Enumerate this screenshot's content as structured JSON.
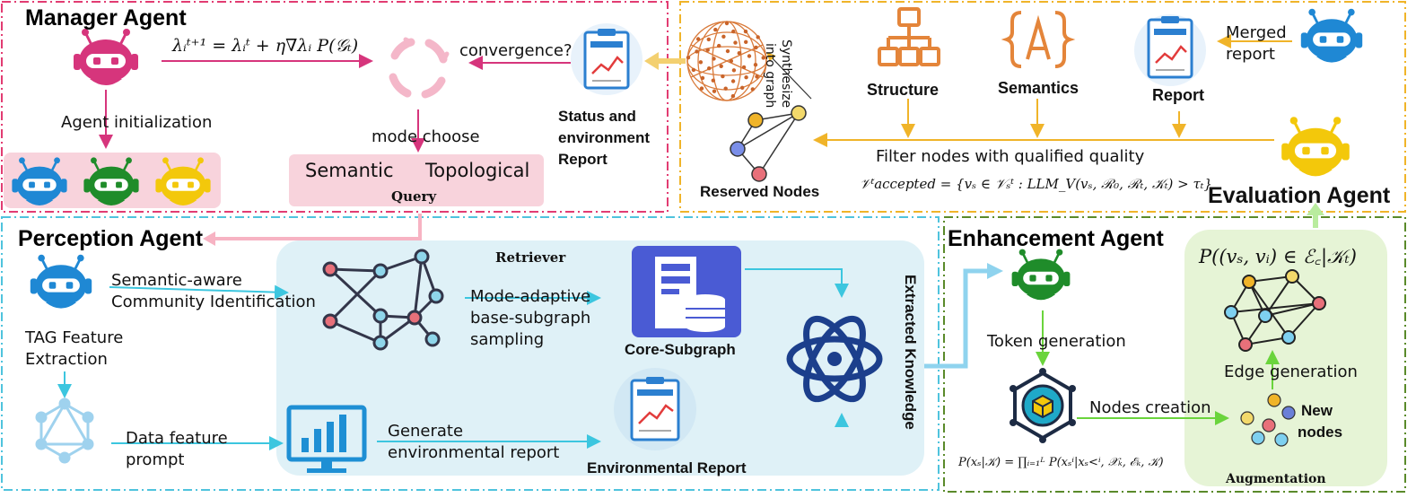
{
  "manager": {
    "title": "Manager Agent",
    "formula": "λᵢᵗ⁺¹ = λᵢᵗ + η∇λᵢ P(𝒢ₜ)",
    "convergence": "convergence?",
    "agent_init": "Agent initialization",
    "mode_choose": "mode choose",
    "query_semantic": "Semantic",
    "query_topological": "Topological",
    "query_label": "Query",
    "status_report_line1": "Status  and",
    "status_report_line2": "environment",
    "status_report_line3": "Report"
  },
  "evaluation": {
    "title": "Evaluation Agent",
    "synth_line1": "Synthesize",
    "synth_line2": "into graph",
    "structure": "Structure",
    "semantics": "Semantics",
    "report": "Report",
    "merged_line1": "Merged",
    "merged_line2": "report",
    "filter": "Filter nodes with qualified quality",
    "reserved": "Reserved Nodes",
    "formula": "𝒱ᵗaccepted = {vₛ ∈ 𝒱ₛᵗ : LLM_V(vₛ, ℛ₀, ℛₜ, 𝒦ₜ) > τₜ}"
  },
  "perception": {
    "title": "Perception Agent",
    "sem_line1": "Semantic-aware",
    "sem_line2": "Community Identification",
    "tag_line1": "TAG Feature",
    "tag_line2": "Extraction",
    "data_line1": "Data feature",
    "data_line2": "prompt",
    "retriever": "Retriever",
    "mode_line1": "Mode-adaptive",
    "mode_line2": "base-subgraph",
    "mode_line3": "sampling",
    "core": "Core-Subgraph",
    "gen_line1": "Generate",
    "gen_line2": "environmental report",
    "env_report": "Environmental Report",
    "extracted": "Extracted Knowledge"
  },
  "enhancement": {
    "title": "Enhancement Agent",
    "token": "Token generation",
    "nodes_creation": "Nodes creation",
    "edge": "Edge generation",
    "new_line1": "New",
    "new_line2": "nodes",
    "prob": "P((vₛ, vᵢ) ∈ ℰ꜀|𝒦ₜ)",
    "formula": "P(xₛ|𝒦) = ∏ᵢ₌₁ᴸ P(xₛⁱ|xₛ<ⁱ, 𝒳ₖ, ℰₖ, 𝒦)",
    "augmentation": "Augmentation"
  },
  "icons": {
    "robots": [
      "robot-pink",
      "robot-blue",
      "robot-green",
      "robot-yellow"
    ],
    "others": [
      "cycle-icon",
      "report-icon",
      "sphere-graph-icon",
      "structure-icon",
      "semantics-icon",
      "server-icon",
      "monitor-chart-icon",
      "atom-icon",
      "hex-cube-icon",
      "graph-network-icon"
    ]
  },
  "colors": {
    "manager_border": "#e23c72",
    "evaluation_border": "#f0b429",
    "perception_border": "#4fc3dd",
    "enhancement_border": "#5a8a2a",
    "robot_pink": "#d6357c",
    "robot_blue": "#1f88d4",
    "robot_green": "#1f8c2a",
    "robot_yellow": "#f3c80b",
    "arrow_pink": "#d6357c",
    "arrow_orange": "#f0b429",
    "arrow_cyan": "#3cc6df",
    "arrow_green": "#6ad43c",
    "retriever_bg": "#dff1f7",
    "augment_bg": "#e6f4d6",
    "query_bg": "#f8d3dc"
  }
}
